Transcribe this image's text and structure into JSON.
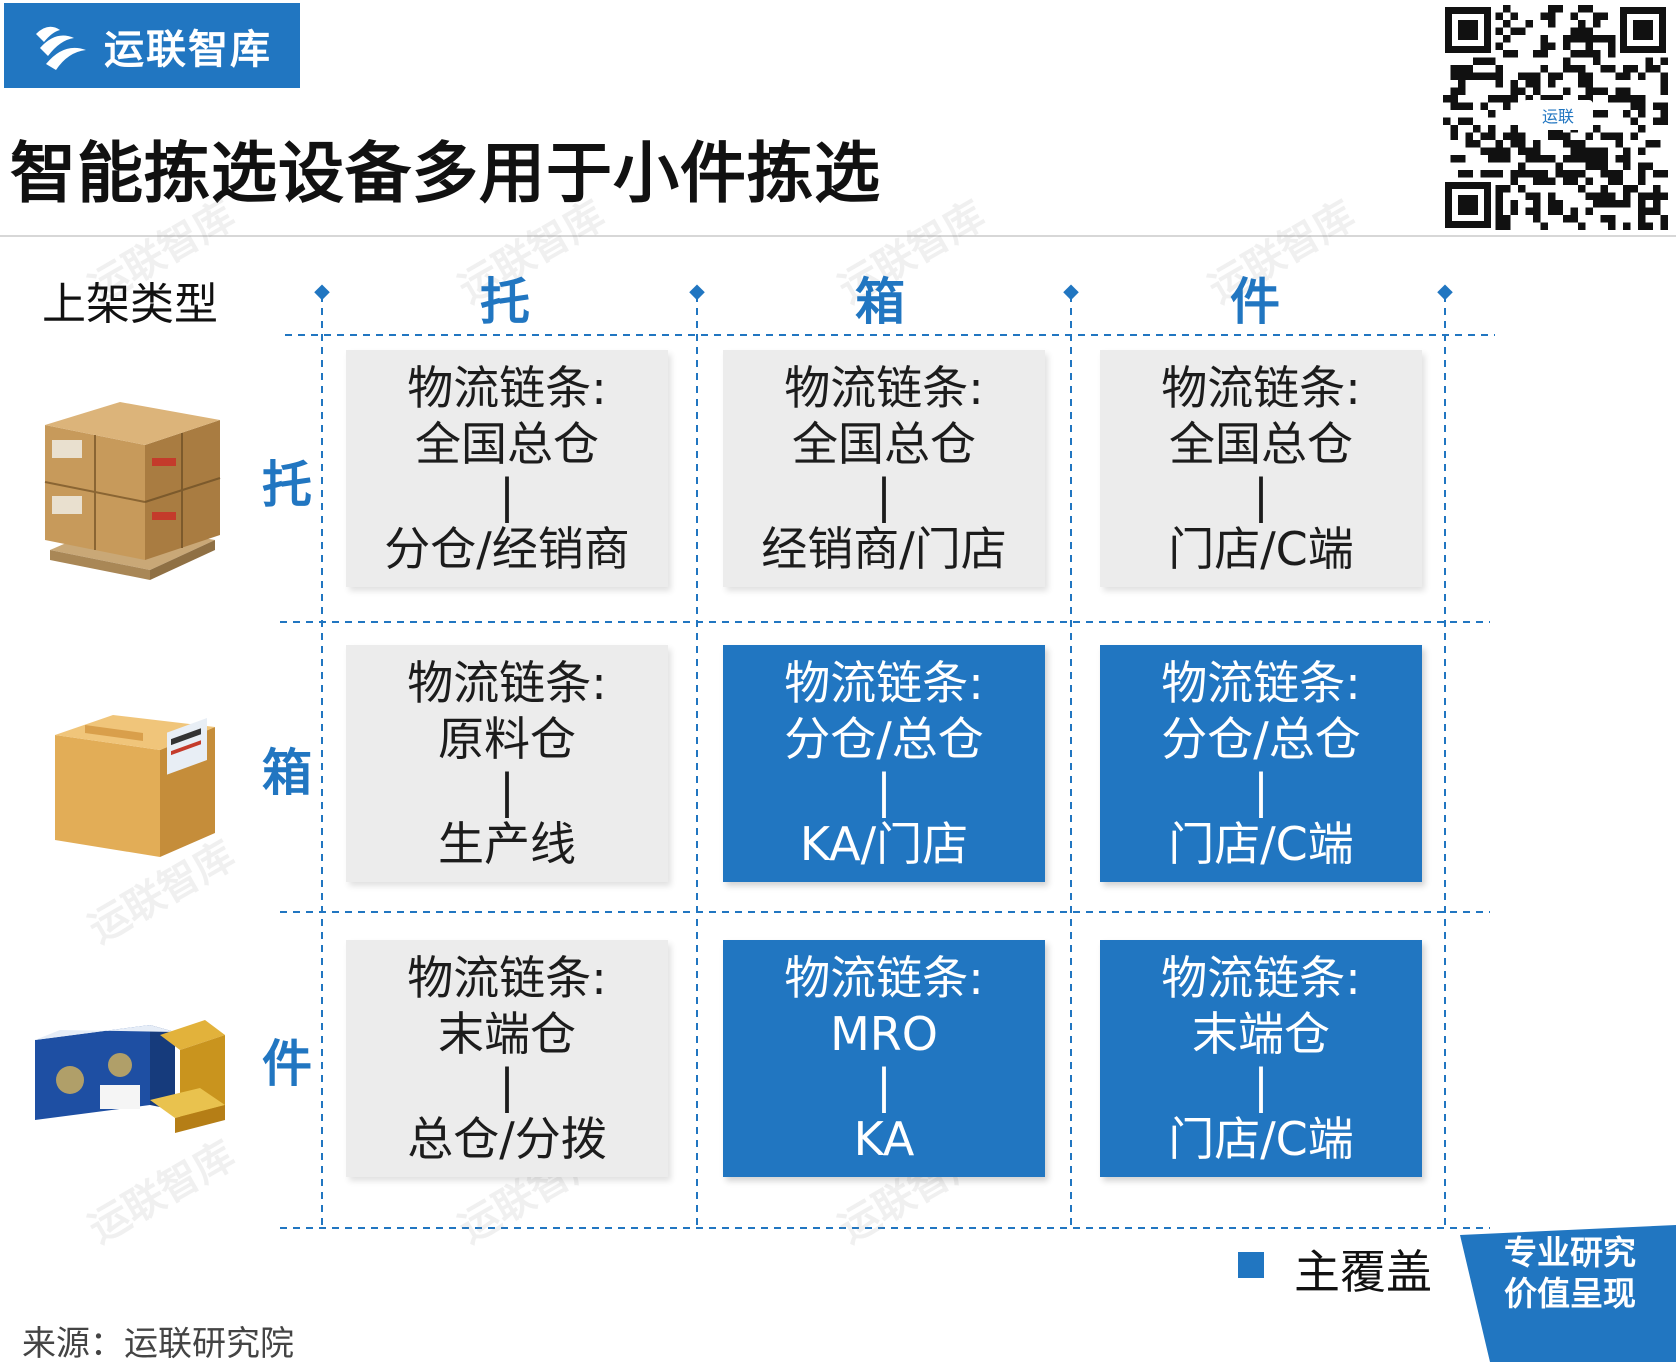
{
  "brand": {
    "name": "运联智库",
    "color": "#2176c1"
  },
  "title": "智能拣选设备多用于小件拣选",
  "grid": {
    "axis_label": "上架类型",
    "columns": [
      "托",
      "箱",
      "件"
    ],
    "rows": [
      {
        "label": "托",
        "image": "pallet-boxes-image",
        "cells": [
          {
            "style": "gray",
            "heading": "物流链条:",
            "from": "全国总仓",
            "sep": "|",
            "to": "分仓/经销商"
          },
          {
            "style": "gray",
            "heading": "物流链条:",
            "from": "全国总仓",
            "sep": "|",
            "to": "经销商/门店"
          },
          {
            "style": "gray",
            "heading": "物流链条:",
            "from": "全国总仓",
            "sep": "|",
            "to": "门店/C端"
          }
        ]
      },
      {
        "label": "箱",
        "image": "cardboard-box-image",
        "cells": [
          {
            "style": "gray",
            "heading": "物流链条:",
            "from": "原料仓",
            "sep": "|",
            "to": "生产线"
          },
          {
            "style": "blue",
            "heading": "物流链条:",
            "from": "分仓/总仓",
            "sep": "|",
            "to": "KA/门店"
          },
          {
            "style": "blue",
            "heading": "物流链条:",
            "from": "分仓/总仓",
            "sep": "|",
            "to": "门店/C端"
          }
        ]
      },
      {
        "label": "件",
        "image": "product-packages-image",
        "cells": [
          {
            "style": "gray",
            "heading": "物流链条:",
            "from": "末端仓",
            "sep": "|",
            "to": "总仓/分拨"
          },
          {
            "style": "blue",
            "heading": "物流链条:",
            "from": "MRO",
            "sep": "|",
            "to": "KA"
          },
          {
            "style": "blue",
            "heading": "物流链条:",
            "from": "末端仓",
            "sep": "|",
            "to": "门店/C端"
          }
        ]
      }
    ]
  },
  "legend": {
    "label": "主覆盖",
    "color": "#2176c1"
  },
  "source": "来源：运联研究院",
  "badge": {
    "line1": "专业研究",
    "line2": "价值呈现"
  },
  "qr": {
    "label": "运联"
  },
  "watermark": "运联智库"
}
